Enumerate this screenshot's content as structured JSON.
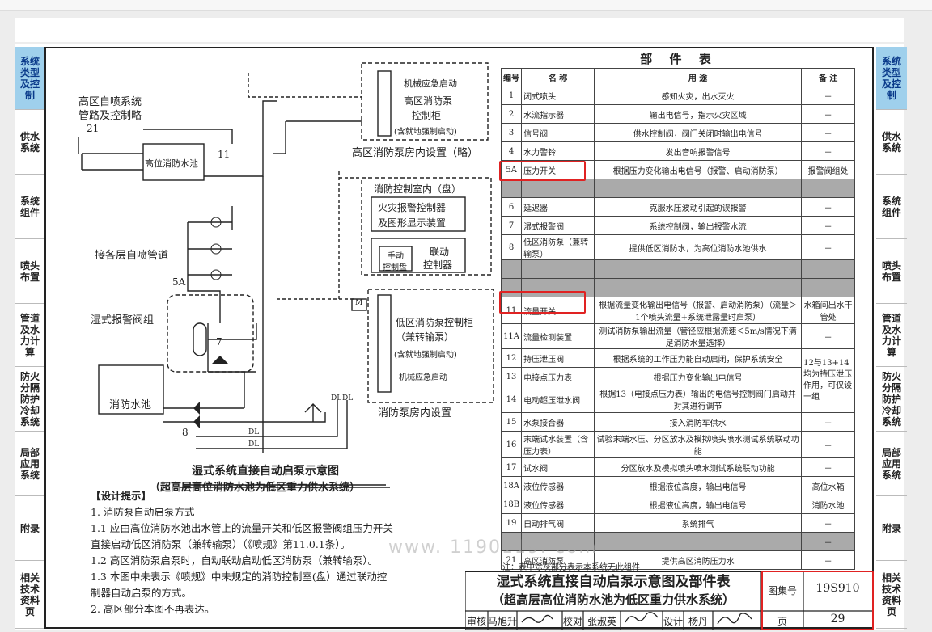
{
  "left_tabs": [
    "系统类型及控制",
    "供水系统",
    "系统组件",
    "喷头布置",
    "管道及水力计算",
    "防火分隔防护冷却系统",
    "局部应用系统",
    "附录",
    "相关技术资料页"
  ],
  "right_tabs": [
    "系统类型及控制",
    "供水系统",
    "系统组件",
    "喷头布置",
    "管道及水力计算",
    "防火分隔防护冷却系统",
    "局部应用系统",
    "附录",
    "相关技术资料页"
  ],
  "drawing": {
    "high_zone_label": "高区自喷系统",
    "high_zone_label2": "管路及控制略",
    "tag_21": "21",
    "high_tank": "高位消防水池",
    "tag_11": "11",
    "floors_label": "接各层自喷管道",
    "tag_5a": "5A",
    "alarm_valve_group": "湿式报警阀组",
    "tag_7": "7",
    "fire_pool": "消防水池",
    "tag_8": "8",
    "dl1": "DL",
    "dl2": "DL",
    "dl3": "DL",
    "dl4": "DL",
    "high_cabinet_1": "机械应急启动",
    "high_cabinet_2": "高区消防泵",
    "high_cabinet_3": "控制柜",
    "high_cabinet_4": "(含就地强制启动)",
    "high_pump_room": "高区消防泵房内设置（略）",
    "control_room": "消防控制室内（盘）",
    "fire_alarm_controller_1": "火灾报警控制器",
    "fire_alarm_controller_2": "及图形显示装置",
    "manual_panel_1": "手动",
    "manual_panel_2": "控制盘",
    "linkage_1": "联动",
    "linkage_2": "控制器",
    "m_label": "M",
    "low_cabinet_1": "低区消防泵控制柜",
    "low_cabinet_2": "（兼转输泵）",
    "low_cabinet_3": "(含就地强制启动)",
    "low_cabinet_4": "机械应急启动",
    "low_pump_room": "消防泵房内设置",
    "main_title": "湿式系统直接自动启泵示意图",
    "sub_title": "（超高层高位消防水池为低区重力供水系统）"
  },
  "notes": [
    "【设计提示】",
    "1. 消防泵自动启泵方式",
    "1.1 应由高位消防水池出水管上的流量开关和低区报警阀组压力开关",
    "直接启动低区消防泵（兼转输泵）（《喷规》第11.0.1条）。",
    "1.2  高区消防泵启泵时，自动联动启动低区消防泵（兼转输泵）。",
    "1.3  本图中未表示《喷规》中未规定的消防控制室(盘）通过联动控",
    "制器自动启泵的方式。",
    "2. 高区部分本图不再表达。"
  ],
  "parts_table": {
    "title": "部  件  表",
    "headers": [
      "编号",
      "名  称",
      "用    途",
      "备  注"
    ],
    "rows": [
      {
        "no": "1",
        "name": "闭式喷头",
        "use": "感知火灾，出水灭火",
        "note": "－"
      },
      {
        "no": "2",
        "name": "水流指示器",
        "use": "输出电信号，指示火灾区域",
        "note": "－"
      },
      {
        "no": "3",
        "name": "信号阀",
        "use": "供水控制阀，阀门关闭时输出电信号",
        "note": "－"
      },
      {
        "no": "4",
        "name": "水力警铃",
        "use": "发出音响报警信号",
        "note": "－"
      },
      {
        "no": "5A",
        "name": "压力开关",
        "use": "根据压力变化输出电信号（报警、启动消防泵）",
        "note": "报警阀组处"
      },
      {
        "blank": true
      },
      {
        "no": "6",
        "name": "延迟器",
        "use": "克服水压波动引起的误报警",
        "note": "－"
      },
      {
        "no": "7",
        "name": "湿式报警阀",
        "use": "系统控制阀，输出报警水流",
        "note": "－"
      },
      {
        "no": "8",
        "name": "低区消防泵（兼转输泵）",
        "use": "提供低区消防水，为高位消防水池供水",
        "note": "－"
      },
      {
        "blank": true
      },
      {
        "blank": true
      },
      {
        "no": "11",
        "name": "流量开关",
        "use": "根据流量变化输出电信号（报警、启动消防泵）（流量＞1个喷头流量+系统泄露量时启泵）",
        "note": "水箱间出水干管处",
        "tall": true
      },
      {
        "no": "11A",
        "name": "流量检测装置",
        "use": "测试消防泵输出流量（管径应根据流速＜5m/s情况下满足消防水量选择）",
        "note": "－"
      },
      {
        "no": "12",
        "name": "持压泄压阀",
        "use": "根据系统的工作压力能自动启闭，保护系统安全",
        "note": "12与13+14均为持压泄压作用，可仅设一组",
        "rowspan": 3
      },
      {
        "no": "13",
        "name": "电接点压力表",
        "use": "根据压力变化输出电信号",
        "skipnote": true
      },
      {
        "no": "14",
        "name": "电动超压泄水阀",
        "use": "根据13（电接点压力表）输出的电信号控制阀门启动并对其进行调节",
        "skipnote": true,
        "tall": true
      },
      {
        "no": "15",
        "name": "水泵接合器",
        "use": "接入消防车供水",
        "note": "－"
      },
      {
        "no": "16",
        "name": "末端试水装置（含压力表）",
        "use": "试验末端水压、分区放水及模拟喷头喷水测试系统联动功能",
        "note": "－",
        "tall": true
      },
      {
        "no": "17",
        "name": "试水阀",
        "use": "分区放水及模拟喷头喷水测试系统联动功能",
        "note": "－"
      },
      {
        "no": "18A",
        "name": "液位传感器",
        "use": "根据液位高度，输出电信号",
        "note": "高位水箱"
      },
      {
        "no": "18B",
        "name": "液位传感器",
        "use": "根据液位高度，输出电信号",
        "note": "消防水池"
      },
      {
        "no": "19",
        "name": "自动排气阀",
        "use": "系统排气",
        "note": "－"
      },
      {
        "blank": true,
        "note": "－"
      },
      {
        "no": "21",
        "name": "高区消防泵",
        "use": "提供高区消防压力水",
        "note": "－"
      }
    ],
    "footnote": "注：表中涂灰部分表示本系统无此组件"
  },
  "title_block": {
    "title_line1": "湿式系统直接自动启泵示意图及部件表",
    "title_line2": "（超高层高位消防水池为低区重力供水系统）",
    "atlas_label": "图集号",
    "atlas_no": "19S910",
    "page_label": "页",
    "page_no": "29",
    "review_label": "审核",
    "review_name": "马旭升",
    "check_label": "校对",
    "check_name": "张淑英",
    "design_label": "设计",
    "design_name": "杨丹"
  },
  "watermark": "www. 1190119. com",
  "colors": {
    "tab_active": "#9fd0ec",
    "highlight": "#e02222",
    "blank_row": "#aaaaaa"
  }
}
